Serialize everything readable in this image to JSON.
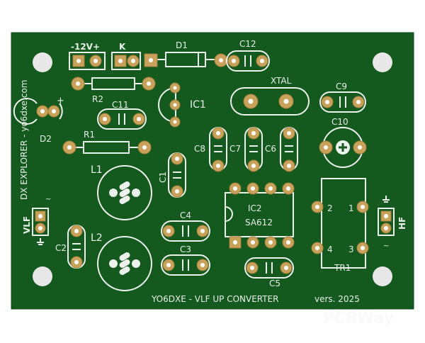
{
  "board": {
    "title": "YO6DXE - VLF UP CONVERTER",
    "version": "vers. 2025",
    "side_text": "DX EXPLORER - yo6dxe.com"
  },
  "labels": {
    "power": "-12V+",
    "k": "K",
    "d1": "D1",
    "c12": "C12",
    "r2": "R2",
    "ic1": "IC1",
    "xtal": "XTAL",
    "c9": "C9",
    "c11": "C11",
    "d2": "D2",
    "r1": "R1",
    "c8": "C8",
    "c7": "C7",
    "c6": "C6",
    "c10": "C10",
    "l1": "L1",
    "c1": "C1",
    "ic2": "IC2",
    "sa612": "SA612",
    "tr1": "TR1",
    "c4": "C4",
    "vlf": "VLF",
    "hf": "HF",
    "c2": "C2",
    "l2": "L2",
    "c3": "C3",
    "c5": "C5",
    "tr1_p2": "2",
    "tr1_p1": "1",
    "tr1_p4": "4",
    "tr1_p3": "3",
    "plus": "+"
  },
  "colors": {
    "pcb": "#14591e",
    "silkscreen": "#eef2ee",
    "pad": "#c8a25a"
  },
  "watermark": "PCBWay"
}
